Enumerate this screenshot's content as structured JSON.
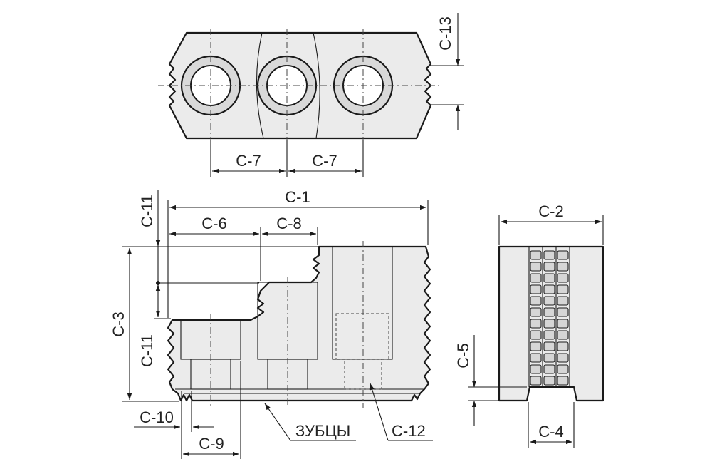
{
  "dimensions": {
    "c1": "C-1",
    "c2": "C-2",
    "c3": "C-3",
    "c4": "C-4",
    "c5": "C-5",
    "c6": "C-6",
    "c7_left": "C-7",
    "c7_right": "C-7",
    "c8": "C-8",
    "c9": "C-9",
    "c10": "C-10",
    "c11_top": "C-11",
    "c11_bottom": "C-11",
    "c12": "C-12",
    "c13": "C-13"
  },
  "callouts": {
    "teeth": "ЗУБЦЫ"
  }
}
